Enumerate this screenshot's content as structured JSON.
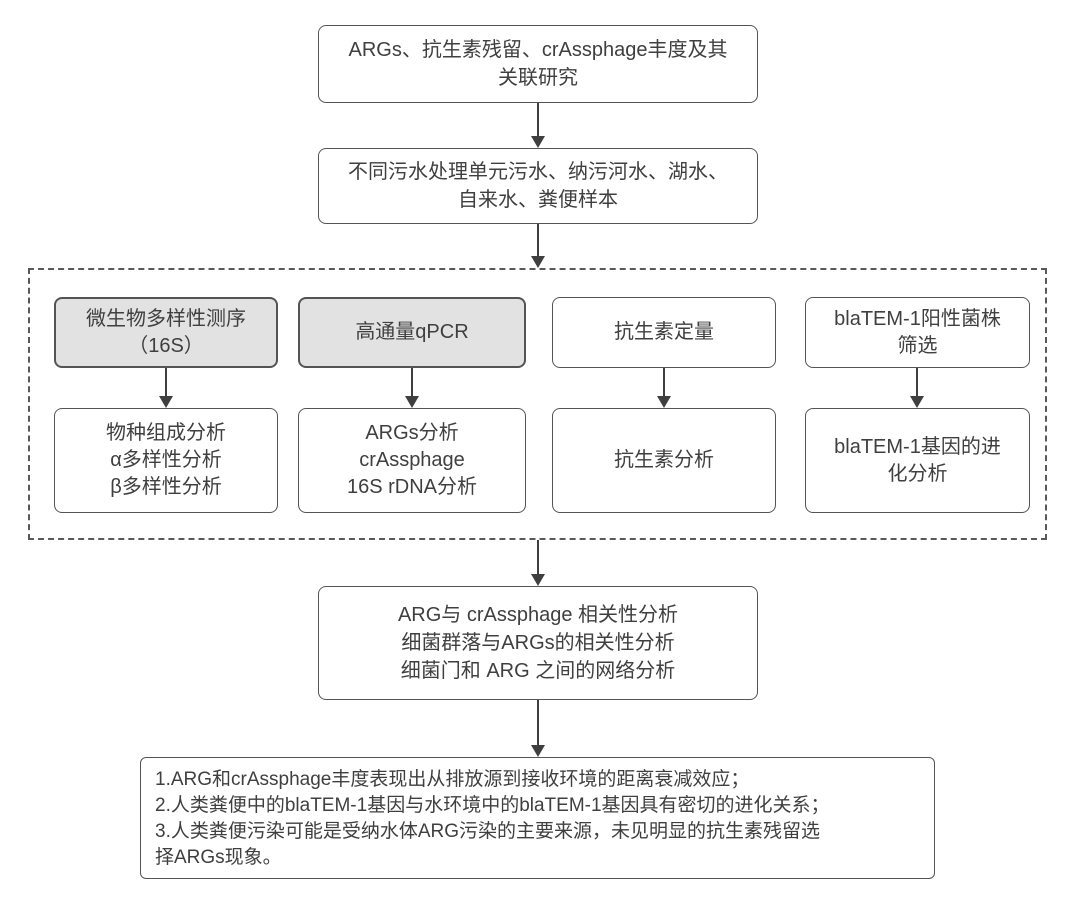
{
  "colors": {
    "box_border": "#545454",
    "highlight_fill": "#e2e2e2",
    "box_fill": "#ffffff",
    "arrow": "#3f3f3f",
    "text": "#3f3f3f",
    "dashed_border": "#595959"
  },
  "flow": {
    "title_box": "ARGs、抗生素残留、crAssphage丰度及其\n关联研究",
    "samples_box": "不同污水处理单元污水、纳污河水、湖水、\n自来水、粪便样本",
    "methods": [
      {
        "label": "微生物多样性测序\n（16S）",
        "analysis": "物种组成分析\nα多样性分析\nβ多样性分析",
        "highlighted": true
      },
      {
        "label": "高通量qPCR",
        "analysis": "ARGs分析\ncrAssphage\n16S rDNA分析",
        "highlighted": true
      },
      {
        "label": "抗生素定量",
        "analysis": "抗生素分析",
        "highlighted": false
      },
      {
        "label": "blaTEM-1阳性菌株\n筛选",
        "analysis": "blaTEM-1基因的进\n化分析",
        "highlighted": false
      }
    ],
    "correlation_box": "ARG与 crAssphage 相关性分析\n细菌群落与ARGs的相关性分析\n细菌门和 ARG 之间的网络分析",
    "conclusion_box": "1.ARG和crAssphage丰度表现出从排放源到接收环境的距离衰减效应；\n2.人类粪便中的blaTEM-1基因与水环境中的blaTEM-1基因具有密切的进化关系；\n3.人类粪便污染可能是受纳水体ARG污染的主要来源，未见明显的抗生素残留选\n择ARGs现象。"
  }
}
